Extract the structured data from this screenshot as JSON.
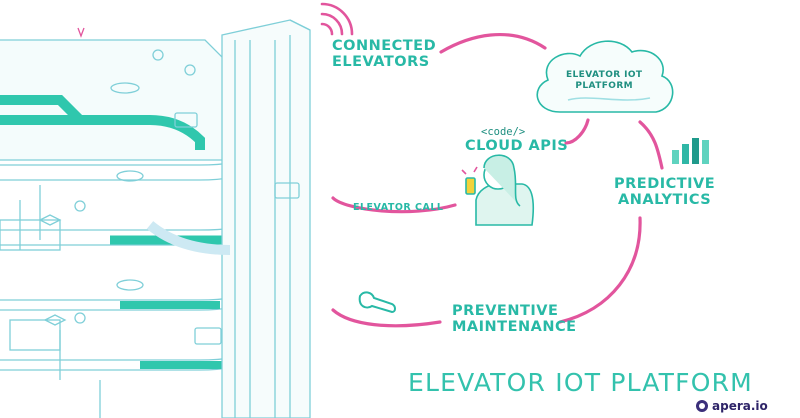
{
  "labels": {
    "connected_elevators": [
      "CONNECTED",
      "ELEVATORS"
    ],
    "cloud": [
      "ELEVATOR IOT",
      "PLATFORM"
    ],
    "code_tag": "<code/>",
    "cloud_apis": "CLOUD APIS",
    "predictive_analytics": [
      "PREDICTIVE",
      "ANALYTICS"
    ],
    "elevator_call": "ELEVATOR CALL",
    "preventive_maintenance": [
      "PREVENTIVE",
      "MAINTENANCE"
    ]
  },
  "title": "ELEVATOR IOT PLATFORM",
  "brand": "apera.io",
  "colors": {
    "teal": "#33c2ad",
    "pink": "#e2559d",
    "line": "#7fcfd8",
    "brand": "#3b2f7a"
  }
}
